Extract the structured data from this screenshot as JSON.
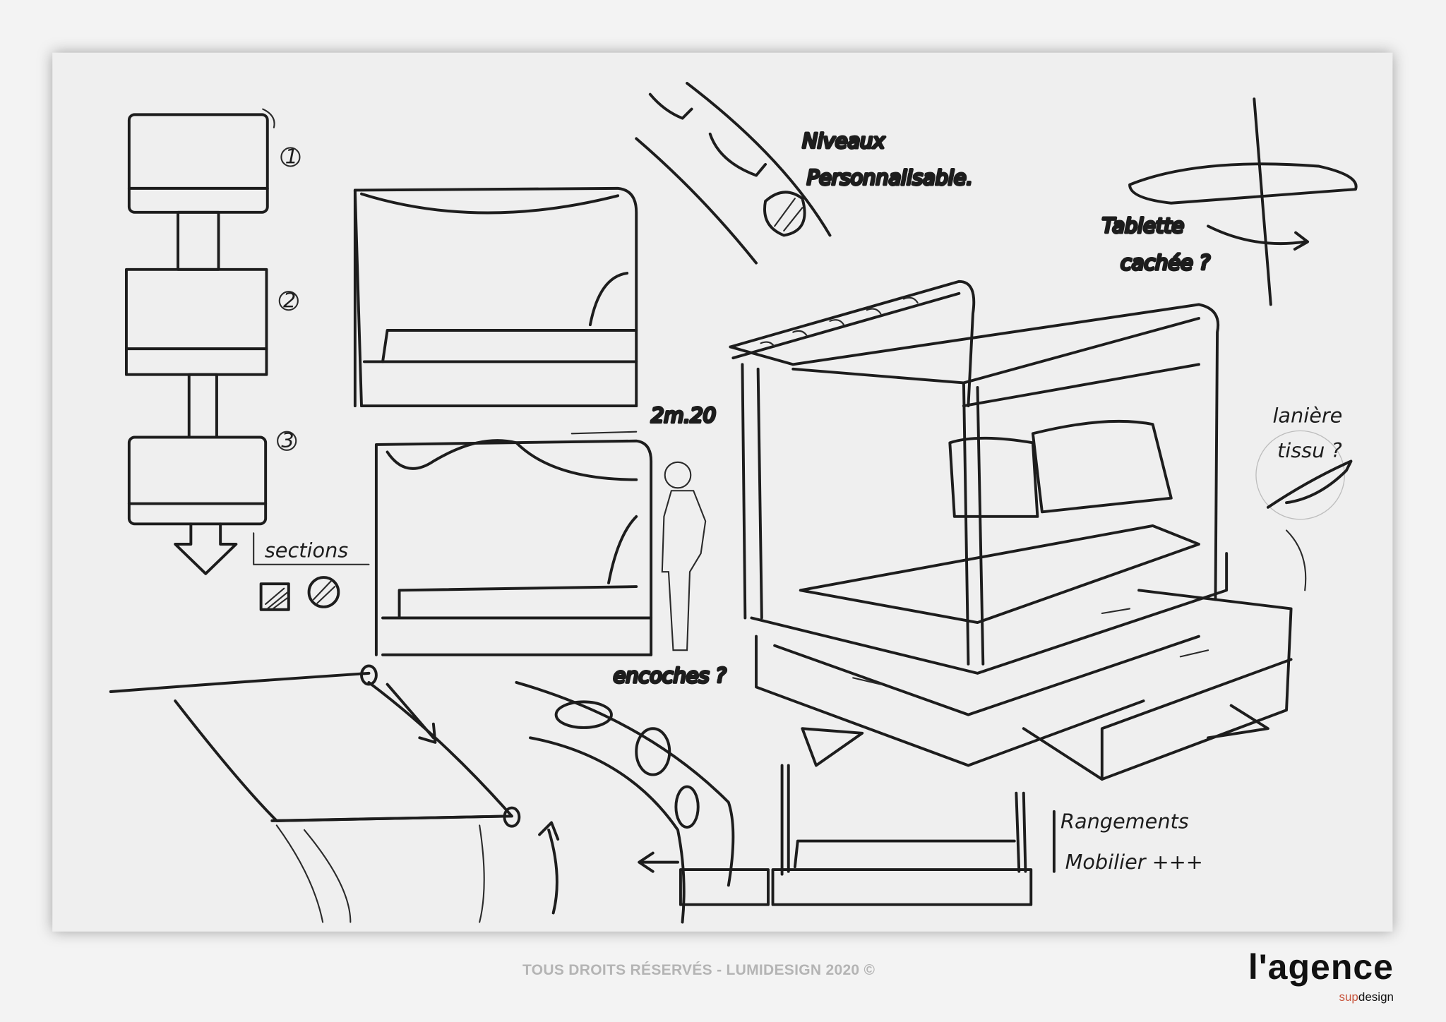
{
  "sketch": {
    "labels": {
      "step_1": "1",
      "step_2": "2",
      "step_3": "3",
      "sections": "sections",
      "niveaux_line1": "Niveaux",
      "niveaux_line2": "Personnalisable.",
      "tablette_line1": "Tablette",
      "tablette_line2": "cachée ?",
      "laniere_line1": "lanière",
      "laniere_line2": "tissu ?",
      "height_dim": "2m.20",
      "encoches": "encoches ?",
      "rangements": "Rangements",
      "mobilier": "Mobilier +++"
    }
  },
  "footer": {
    "copyright": "TOUS DROITS RÉSERVÉS - LUMIDESIGN  2020 ©"
  },
  "logo": {
    "main": "l'agence",
    "sub_accent": "sup",
    "sub_rest": "design"
  },
  "colors": {
    "paper": "#efefef",
    "ink": "#1d1d1d",
    "accent": "#c8553d"
  }
}
